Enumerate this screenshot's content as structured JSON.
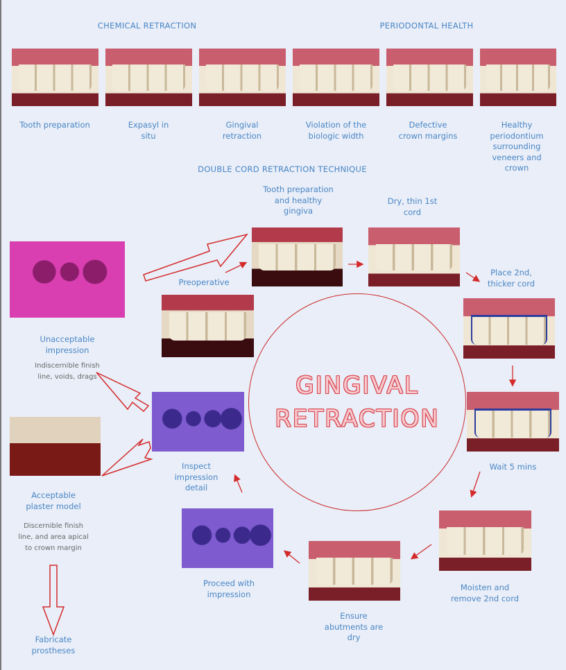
{
  "headings": {
    "chemical": "CHEMICAL RETRACTION",
    "periodontal": "PERIODONTAL HEALTH",
    "double_cord": "DOUBLE CORD RETRACTION TECHNIQUE"
  },
  "top_row": [
    {
      "caption": "Tooth preparation"
    },
    {
      "caption": "Expasyl in situ"
    },
    {
      "caption": "Gingival retraction"
    },
    {
      "caption": "Violation of the biologic width"
    },
    {
      "caption": "Defective crown margins"
    },
    {
      "caption": "Healthy periodontium surrounding veneers and crown"
    }
  ],
  "center_title": {
    "line1": "GINGIVAL",
    "line2": "RETRACTION"
  },
  "steps": {
    "tooth_prep": "Tooth preparation and healthy gingiva",
    "dry_cord": "Dry, thin 1st cord",
    "preoperative": "Preoperative",
    "place_cord": "Place 2nd, thicker cord",
    "wait": "Wait 5 mins",
    "moisten": "Moisten and remove 2nd cord",
    "ensure_dry": "Ensure abutments are dry",
    "proceed": "Proceed with impression",
    "inspect": "Inspect impression detail",
    "unacceptable": "Unacceptable impression",
    "unacceptable_note": "Indiscernible finish line, voids, drags",
    "acceptable": "Acceptable plaster model",
    "acceptable_note": "Discernible finish line, and area apical to crown margin",
    "fabricate": "Fabricate prostheses"
  },
  "colors": {
    "background": "#e9eef8",
    "label": "#4a86c5",
    "arrow": "#d42a2a"
  }
}
